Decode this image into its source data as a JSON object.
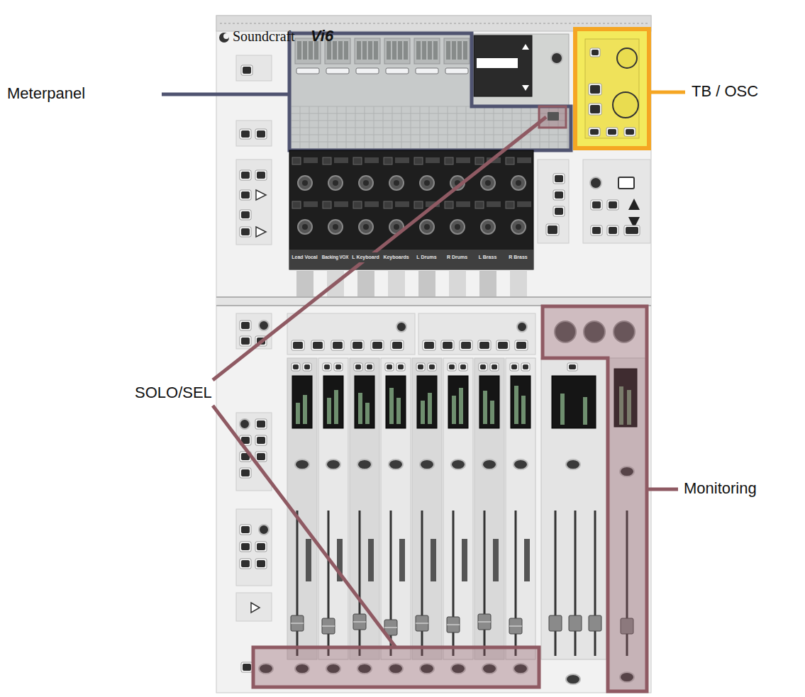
{
  "diagram": {
    "labels": [
      "Soundcraft",
      "Vi6",
      "Meterpanel",
      "TB / OSC",
      "SOLO/SEL",
      "Monitoring",
      "Lead Vocal",
      "Backing VOX",
      "L Keyboard",
      "Keyboards",
      "L Drums",
      "R Drums",
      "L Brass",
      "R Brass"
    ]
  }
}
